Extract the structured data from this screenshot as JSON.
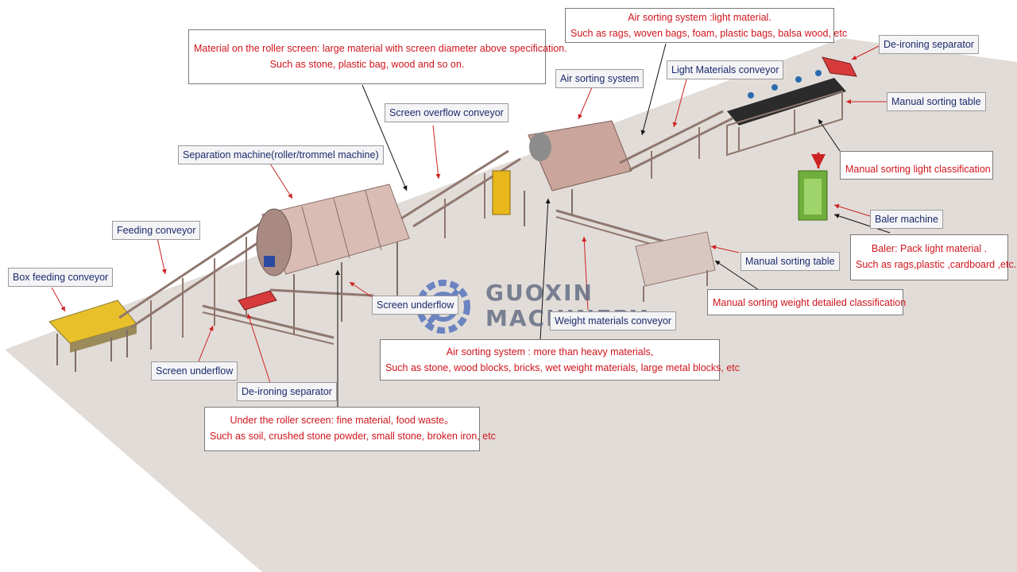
{
  "labels": {
    "box_feeding_conveyor": "Box feeding conveyor",
    "feeding_conveyor": "Feeding conveyor",
    "separation_machine": "Separation machine(roller/trommel machine)",
    "screen_overflow_conveyor": "Screen overflow conveyor",
    "air_sorting_system": "Air sorting system",
    "light_materials_conveyor": "Light Materials conveyor",
    "de_ironing_separator_top": "De-ironing separator",
    "manual_sorting_table_top": "Manual sorting table",
    "baler_machine": "Baler machine",
    "manual_sorting_table_mid": "Manual sorting table",
    "screen_underflow_mid": "Screen underflow",
    "screen_underflow_left": "Screen underflow",
    "de_ironing_separator_bottom": "De-ironing separator",
    "weight_materials_conveyor": "Weight materials conveyor"
  },
  "notes": {
    "roller_screen_top": {
      "line1": "Material on the roller screen: large material with screen diameter above specification.",
      "line2": "Such as stone, plastic bag, wood and so on."
    },
    "air_sorting_light": {
      "line1": "Air sorting system :light material.",
      "line2": "Such as rags, woven bags, foam, plastic bags, balsa wood, etc"
    },
    "manual_light": {
      "line1": "Manual sorting light  classification"
    },
    "baler": {
      "line1": "Baler: Pack light material .",
      "line2": "Such as rags,plastic ,cardboard ,etc."
    },
    "manual_weight": {
      "line1": "Manual sorting weight detailed classification"
    },
    "air_sorting_heavy": {
      "line1": "Air sorting system : more than heavy materials,",
      "line2": "Such as stone, wood blocks, bricks, wet weight materials, large metal blocks, etc"
    },
    "under_roller": {
      "line1": "Under the roller screen: fine material, food waste。",
      "line2": "Such as soil, crushed stone powder, small stone, broken iron, etc"
    }
  },
  "logo": {
    "line1": "GUOXIN",
    "line2": "MACHINERY",
    "icon": "gear-logo-icon"
  },
  "colors": {
    "label_text": "#1c2a6b",
    "note_text": "#d0141c",
    "floor": "#e2dcd8",
    "machine": "#c9a49b",
    "accent_yellow": "#e8b81a",
    "baler_green": "#6fae3a",
    "arrow": "#cc2222"
  }
}
